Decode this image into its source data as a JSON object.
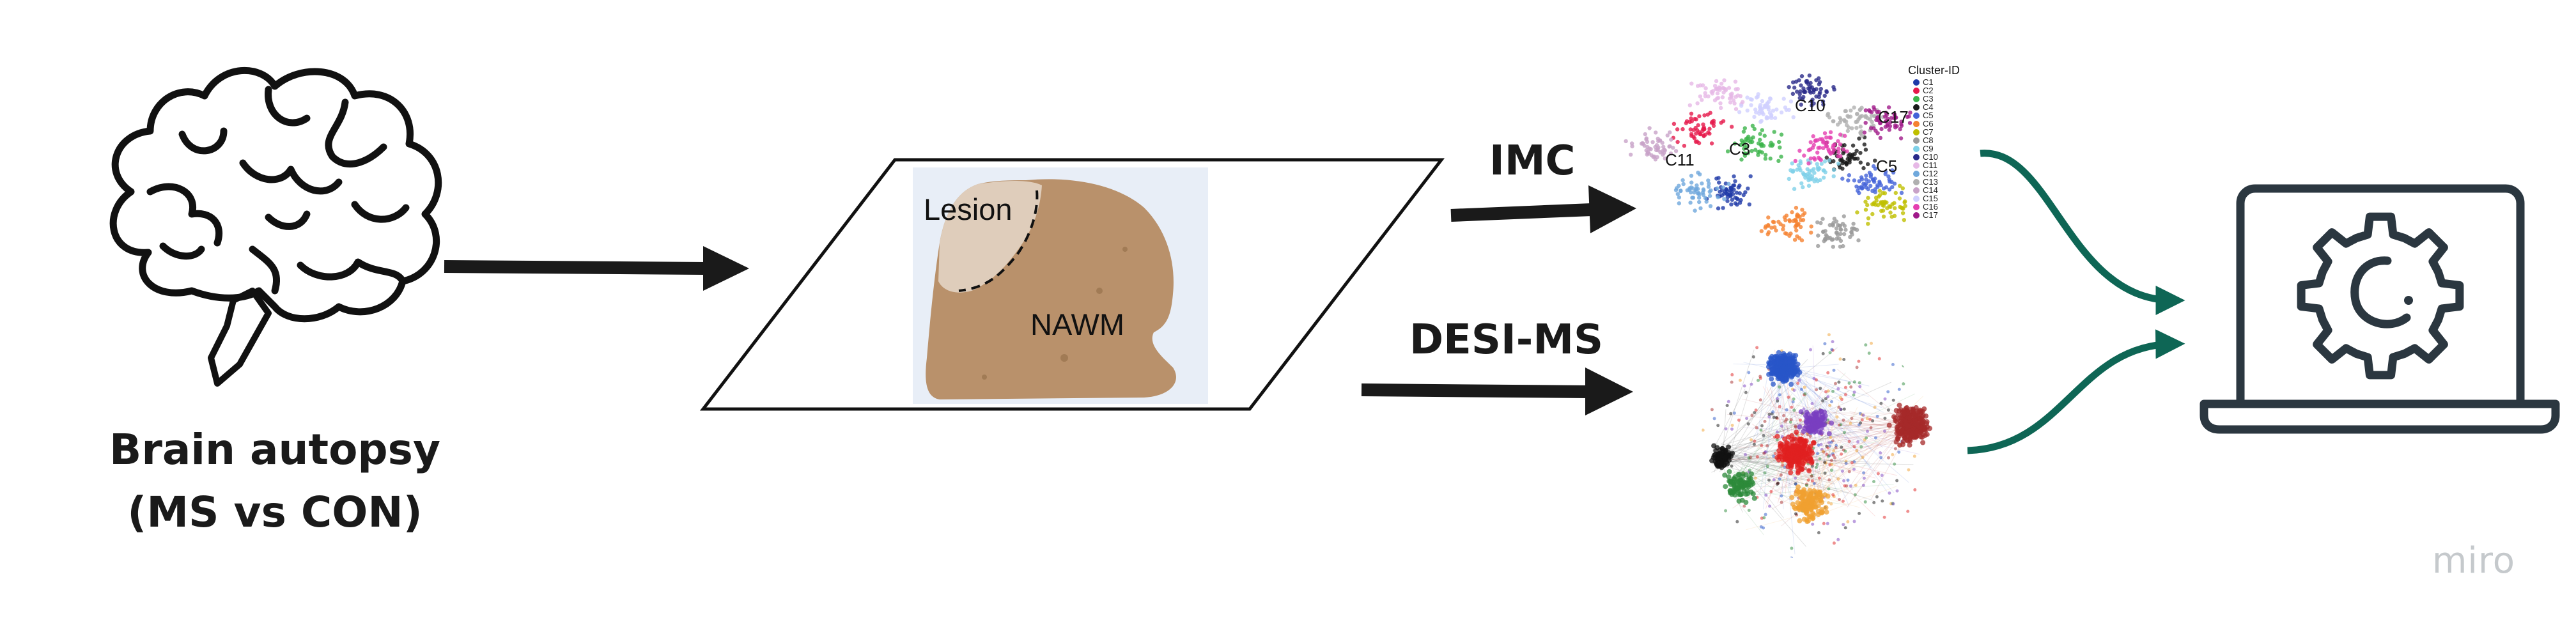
{
  "brain": {
    "line1": "Brain autopsy",
    "line2": "(MS vs CON)",
    "icon": "brain-icon"
  },
  "tissue": {
    "lesion_label": "Lesion",
    "nawm_label": "NAWM",
    "tissue_color": "#b9916b",
    "background_color": "#e8eef7"
  },
  "arrows": {
    "imc_label": "IMC",
    "desi_label": "DESI-MS",
    "arrow_color": "#1a1a1a",
    "flow_color": "#0e6655"
  },
  "imc_plot": {
    "legend_title": "Cluster-ID",
    "clusters": [
      {
        "id": "C1",
        "color": "#1f3aa8"
      },
      {
        "id": "C2",
        "color": "#e6194b"
      },
      {
        "id": "C3",
        "color": "#3cb44b"
      },
      {
        "id": "C4",
        "color": "#1a1a1a"
      },
      {
        "id": "C5",
        "color": "#4363d8"
      },
      {
        "id": "C6",
        "color": "#f58231"
      },
      {
        "id": "C7",
        "color": "#bfbf00"
      },
      {
        "id": "C8",
        "color": "#9a9a9a"
      },
      {
        "id": "C9",
        "color": "#7fd1e8"
      },
      {
        "id": "C10",
        "color": "#2a2a8a"
      },
      {
        "id": "C11",
        "color": "#e6b8e6"
      },
      {
        "id": "C12",
        "color": "#6fa8dc"
      },
      {
        "id": "C13",
        "color": "#b0b0b0"
      },
      {
        "id": "C14",
        "color": "#c8a2c8"
      },
      {
        "id": "C15",
        "color": "#d0d0ff"
      },
      {
        "id": "C16",
        "color": "#e53fb0"
      },
      {
        "id": "C17",
        "color": "#a01a8a"
      }
    ],
    "plot_labels": [
      "C10",
      "C17",
      "C11",
      "C3",
      "C5"
    ]
  },
  "desi_plot": {
    "cluster_colors": [
      "#2855c8",
      "#a52a2a",
      "#e02020",
      "#f0a030",
      "#7a3fc0",
      "#2c8a3a",
      "#111111"
    ]
  },
  "computer": {
    "icon": "laptop-gear-icon",
    "stroke_color": "#2b3740"
  },
  "watermark": "miro"
}
